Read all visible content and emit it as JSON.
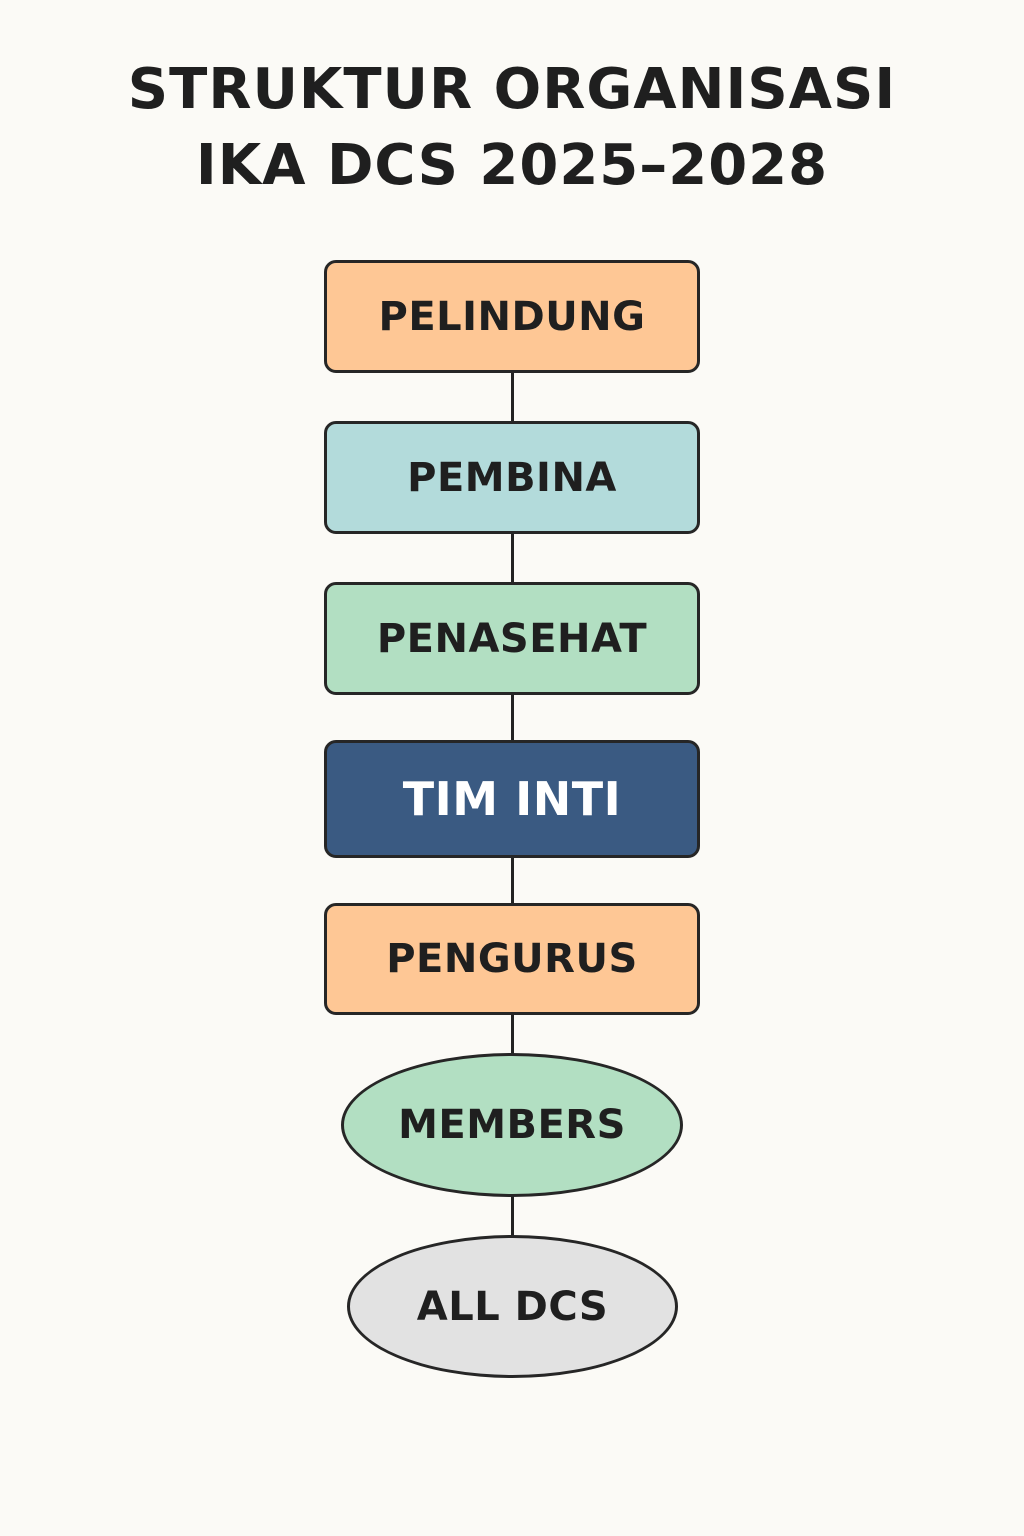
{
  "title": {
    "line1": "STRUKTUR ORGANISASI",
    "line2": "IKA DCS 2025–2028"
  },
  "nodes": [
    {
      "label": "PELINDUNG",
      "fill": "#fec795",
      "text_color": "#1f1f1f"
    },
    {
      "label": "PEMBINA",
      "fill": "#b3dbdb",
      "text_color": "#1f1f1f"
    },
    {
      "label": "PENASEHAT",
      "fill": "#b2dfc2",
      "text_color": "#1f1f1f"
    },
    {
      "label": "TIM INTI",
      "fill": "#3a5a82",
      "text_color": "#ffffff"
    },
    {
      "label": "PENGURUS",
      "fill": "#fec795",
      "text_color": "#1f1f1f"
    },
    {
      "label": "MEMBERS",
      "fill": "#b2dfc2",
      "text_color": "#1f1f1f"
    },
    {
      "label": "ALL DCS",
      "fill": "#e2e2e2",
      "text_color": "#1f1f1f"
    }
  ]
}
